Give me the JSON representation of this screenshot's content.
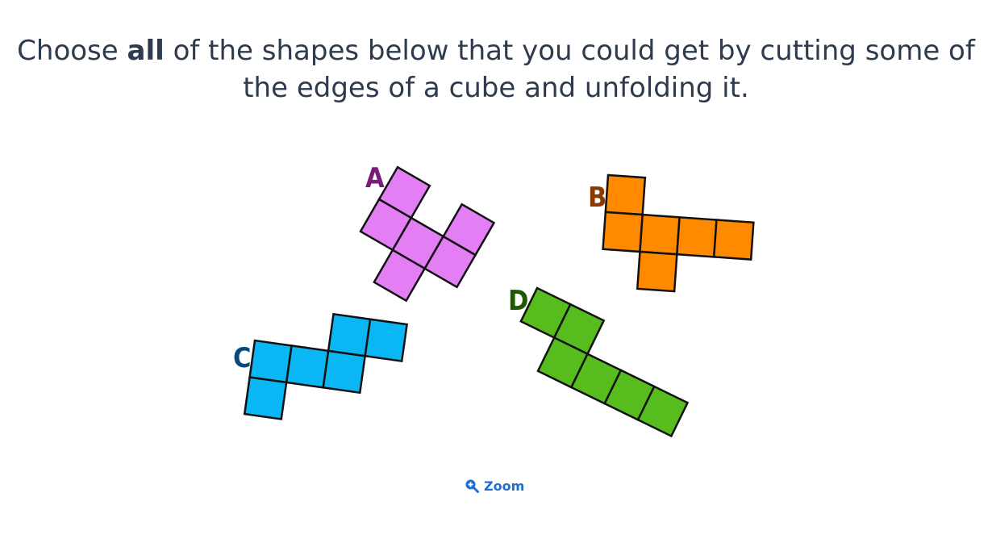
{
  "question": {
    "part1": "Choose ",
    "bold": "all",
    "part2": " of the shapes below that you could get by cutting some of",
    "line2": "the edges of a cube and unfolding it."
  },
  "nets": [
    {
      "label": "A",
      "color": "#e37ef5",
      "label_color": "#7a1a7a"
    },
    {
      "label": "B",
      "color": "#ff8a00",
      "label_color": "#8a3a00"
    },
    {
      "label": "C",
      "color": "#0ab6f3",
      "label_color": "#0a4a7a"
    },
    {
      "label": "D",
      "color": "#57bd1f",
      "label_color": "#1f5a00"
    }
  ],
  "zoom": {
    "label": "Zoom",
    "icon": "zoom-in-icon",
    "color": "#1f6fd1"
  }
}
